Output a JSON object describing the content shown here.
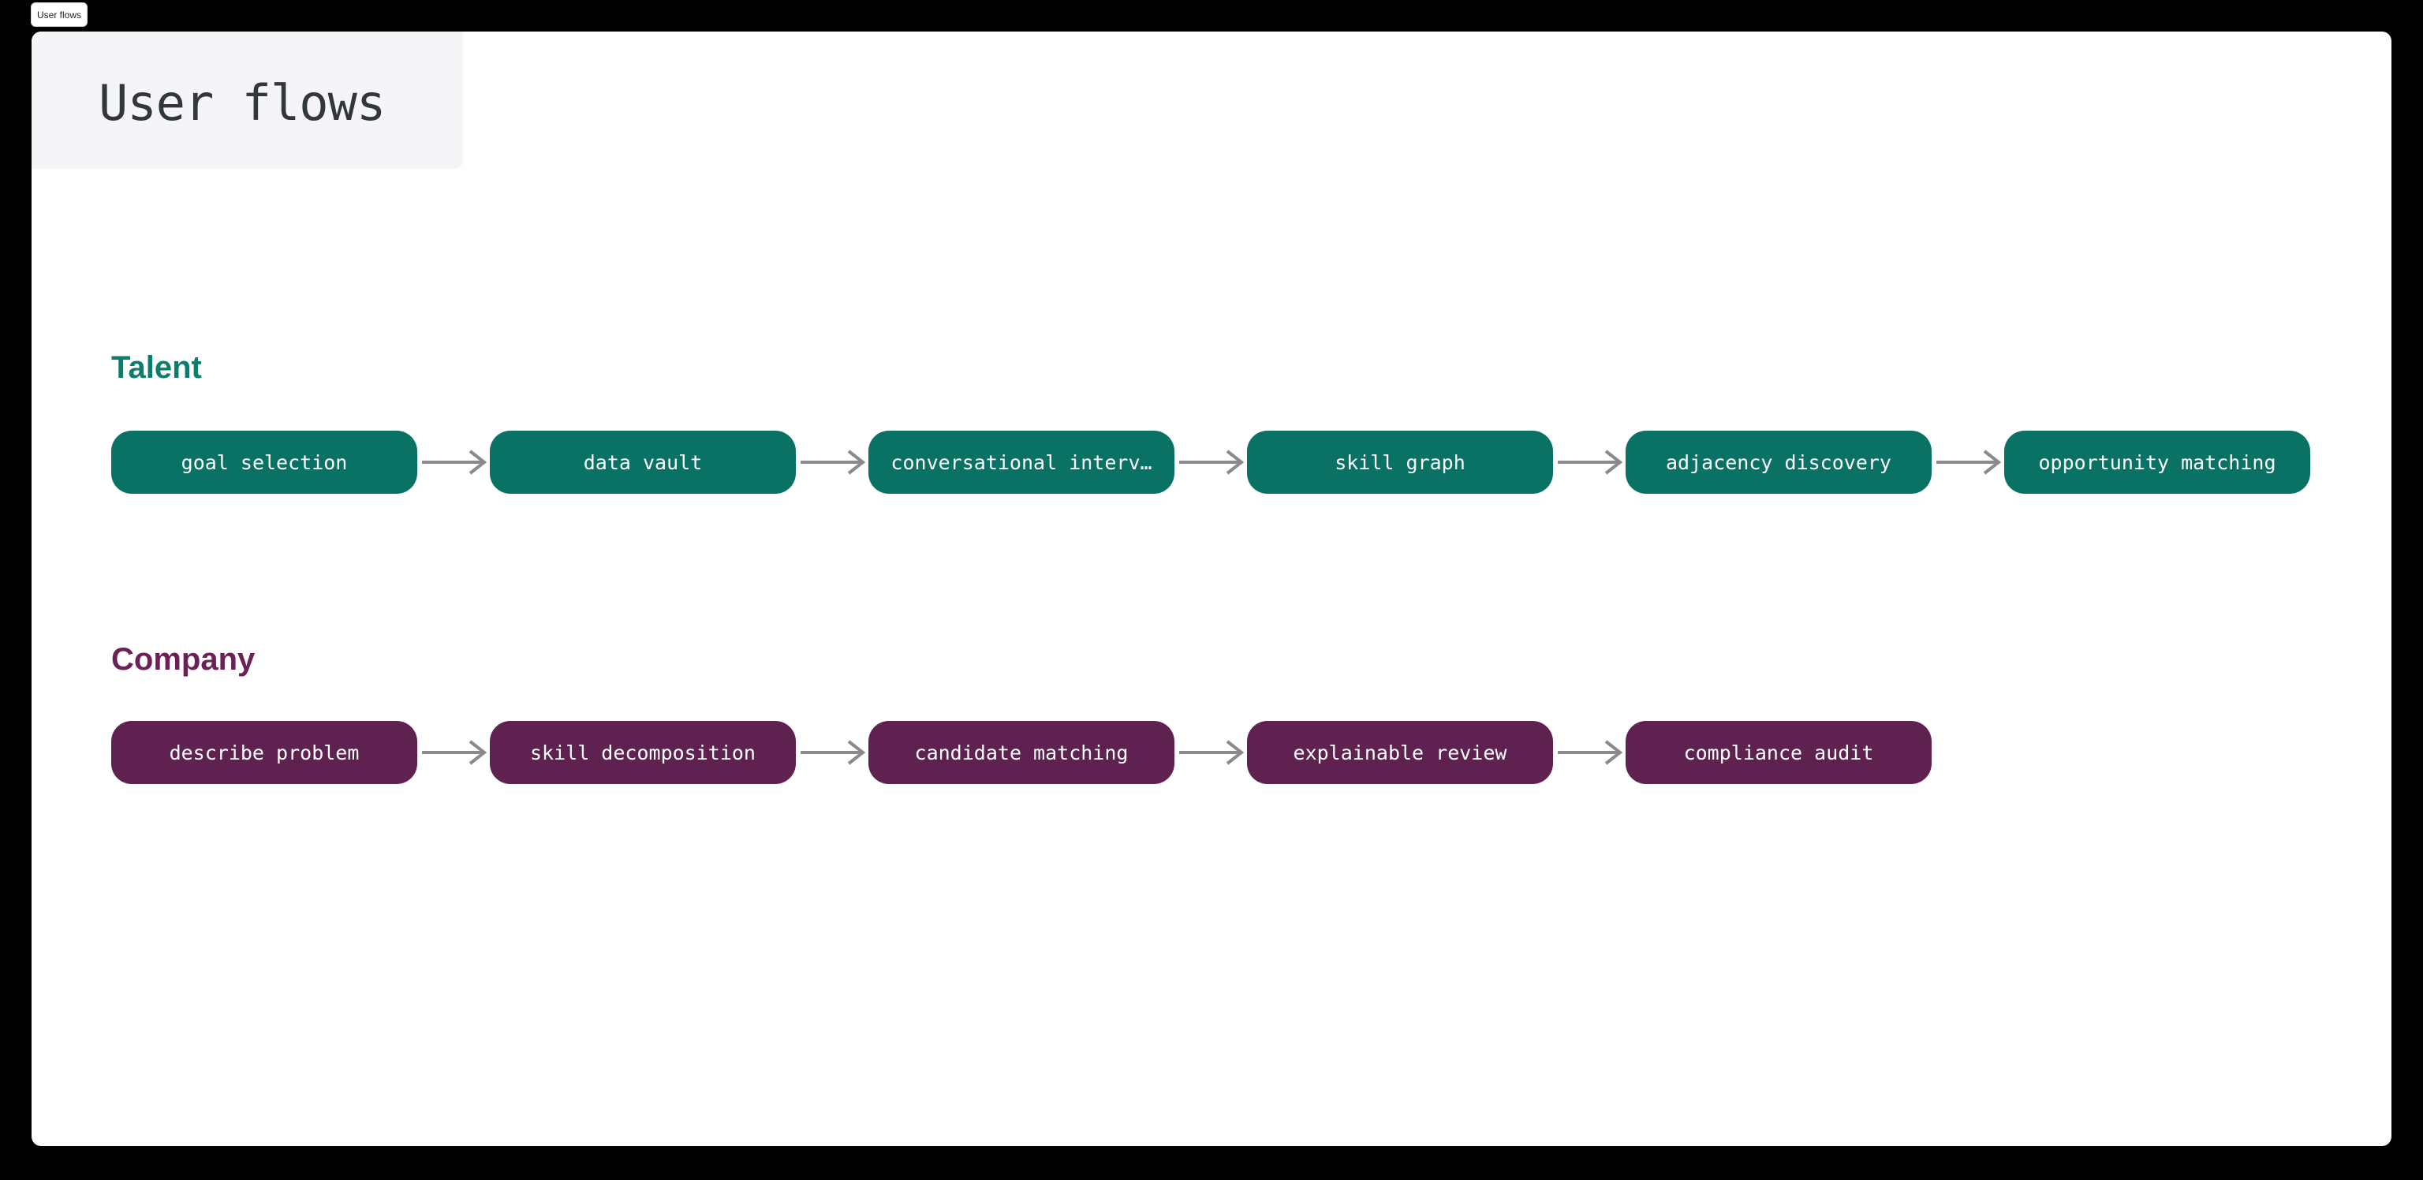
{
  "window": {
    "tab_label": "User flows",
    "title": "User flows"
  },
  "colors": {
    "surround_bg": "#000000",
    "canvas_bg": "#ffffff",
    "title_panel_bg": "#f5f5f7",
    "title_text": "#32373c",
    "arrow": "#8a8a8a",
    "node_text": "#ffffff",
    "talent_accent": "#0c7d6d",
    "company_accent": "#6d2055"
  },
  "flows": [
    {
      "name": "Talent",
      "heading_color": "#0c7d6d",
      "node_color": "#0a7265",
      "nodes": [
        "goal selection",
        "data vault",
        "conversational interv…",
        "skill graph",
        "adjacency discovery",
        "opportunity matching"
      ]
    },
    {
      "name": "Company",
      "heading_color": "#6d2055",
      "node_color": "#5f2150",
      "nodes": [
        "describe problem",
        "skill decomposition",
        "candidate matching",
        "explainable review",
        "compliance audit"
      ]
    }
  ]
}
